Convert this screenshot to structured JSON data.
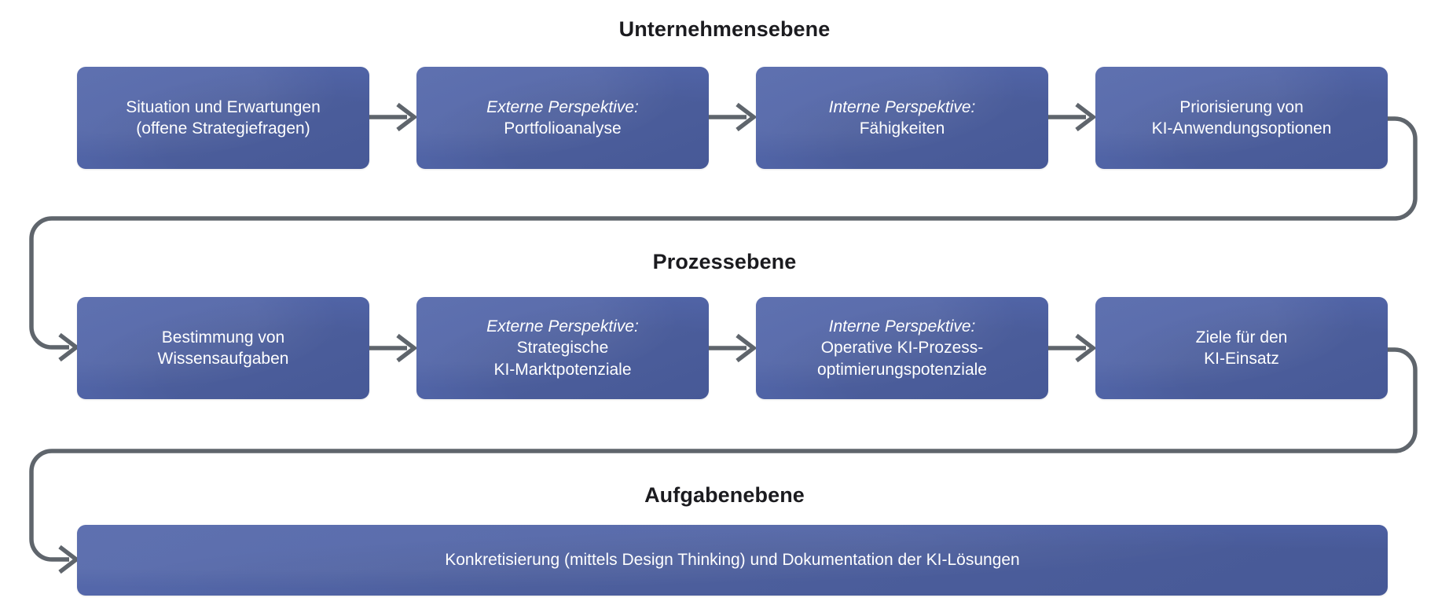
{
  "diagram": {
    "title_row1": "Unternehmensebene",
    "title_row2": "Prozessebene",
    "title_row3": "Aufgabenebene",
    "accent_color": "#4f63a8",
    "connector_color": "#5f656c",
    "text_color": "#ffffff",
    "title_color": "#1b1b1f"
  },
  "levels": [
    {
      "name": "Unternehmensebene",
      "nodes": [
        {
          "lead": "",
          "body": "Situation und Erwartungen\n(offene Strategiefragen)"
        },
        {
          "lead": "Externe Perspektive:",
          "body": "Portfolioanalyse"
        },
        {
          "lead": "Interne Perspektive:",
          "body": "Fähigkeiten"
        },
        {
          "lead": "",
          "body": "Priorisierung von\nKI-Anwendungsoptionen"
        }
      ]
    },
    {
      "name": "Prozessebene",
      "nodes": [
        {
          "lead": "",
          "body": "Bestimmung von\nWissensaufgaben"
        },
        {
          "lead": "Externe Perspektive:",
          "body": "Strategische\nKI-Marktpotenziale"
        },
        {
          "lead": "Interne Perspektive:",
          "body": "Operative KI-Prozess-\noptimierungspotenziale"
        },
        {
          "lead": "",
          "body": "Ziele für den\nKI-Einsatz"
        }
      ]
    },
    {
      "name": "Aufgabenebene",
      "nodes": [
        {
          "lead": "",
          "body": "Konkretisierung (mittels Design Thinking) und Dokumentation der KI-Lösungen"
        }
      ]
    }
  ],
  "connectors": {
    "straight_arrows": 6,
    "wrap_arrows": 2,
    "icon": "arrow-right-icon"
  }
}
